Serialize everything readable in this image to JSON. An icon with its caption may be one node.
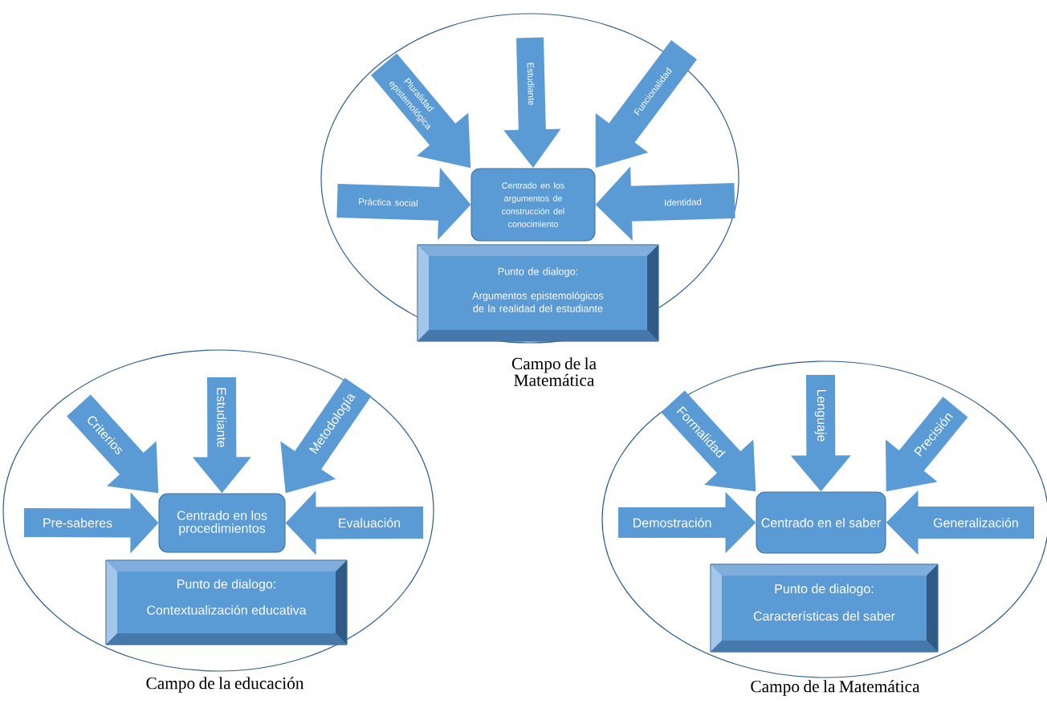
{
  "diagram": {
    "nodes": [
      {
        "text": [],
        "shape": "ellipse",
        "beside": [
          "Campo de la Matemática"
        ]
      },
      {
        "text": [
          "Centrado en los argumentos de construcción del conocimiento"
        ],
        "in": 0
      },
      {
        "text": [
          "Punto de dialogo:",
          "Argumentos epistemológicos de la realidad del estudiante"
        ],
        "in": 0
      },
      {
        "text": [],
        "shape": "ellipse",
        "beside": [
          "Campo de la educación"
        ]
      },
      {
        "text": [
          "Centrado en los procedimientos"
        ],
        "in": 3
      },
      {
        "text": [
          "Punto de dialogo:",
          "Contextualización educativa"
        ],
        "in": 3
      },
      {
        "text": [],
        "shape": "ellipse",
        "beside": [
          "Campo de la Matemática"
        ]
      },
      {
        "text": [
          "Centrado en el saber"
        ],
        "in": 6
      },
      {
        "text": [
          "Punto de dialogo:",
          "Características del saber"
        ],
        "in": 6
      }
    ],
    "edges": [
      {
        "from": null,
        "to": 1,
        "arrow": "to",
        "label": "Pluralidad epistemológica"
      },
      {
        "from": null,
        "to": 1,
        "arrow": "to",
        "label": "Estudiante"
      },
      {
        "from": null,
        "to": 1,
        "arrow": "to",
        "label": "Funcionalidad"
      },
      {
        "from": null,
        "to": 1,
        "arrow": "to",
        "label": "Práctica social"
      },
      {
        "from": null,
        "to": 1,
        "arrow": "to",
        "label": "Identidad"
      },
      {
        "from": null,
        "to": 4,
        "arrow": "to",
        "label": "Criterios"
      },
      {
        "from": null,
        "to": 4,
        "arrow": "to",
        "label": "Estudiante"
      },
      {
        "from": null,
        "to": 4,
        "arrow": "to",
        "label": "Metodología"
      },
      {
        "from": null,
        "to": 4,
        "arrow": "to",
        "label": "Pre-saberes"
      },
      {
        "from": null,
        "to": 4,
        "arrow": "to",
        "label": "Evaluación"
      },
      {
        "from": null,
        "to": 7,
        "arrow": "to",
        "label": "Formalidad"
      },
      {
        "from": null,
        "to": 7,
        "arrow": "to",
        "label": "Lenguaje"
      },
      {
        "from": null,
        "to": 7,
        "arrow": "to",
        "label": "Precisión"
      },
      {
        "from": null,
        "to": 7,
        "arrow": "to",
        "label": "Demostración"
      },
      {
        "from": null,
        "to": 7,
        "arrow": "to",
        "label": "Generalización"
      }
    ]
  }
}
